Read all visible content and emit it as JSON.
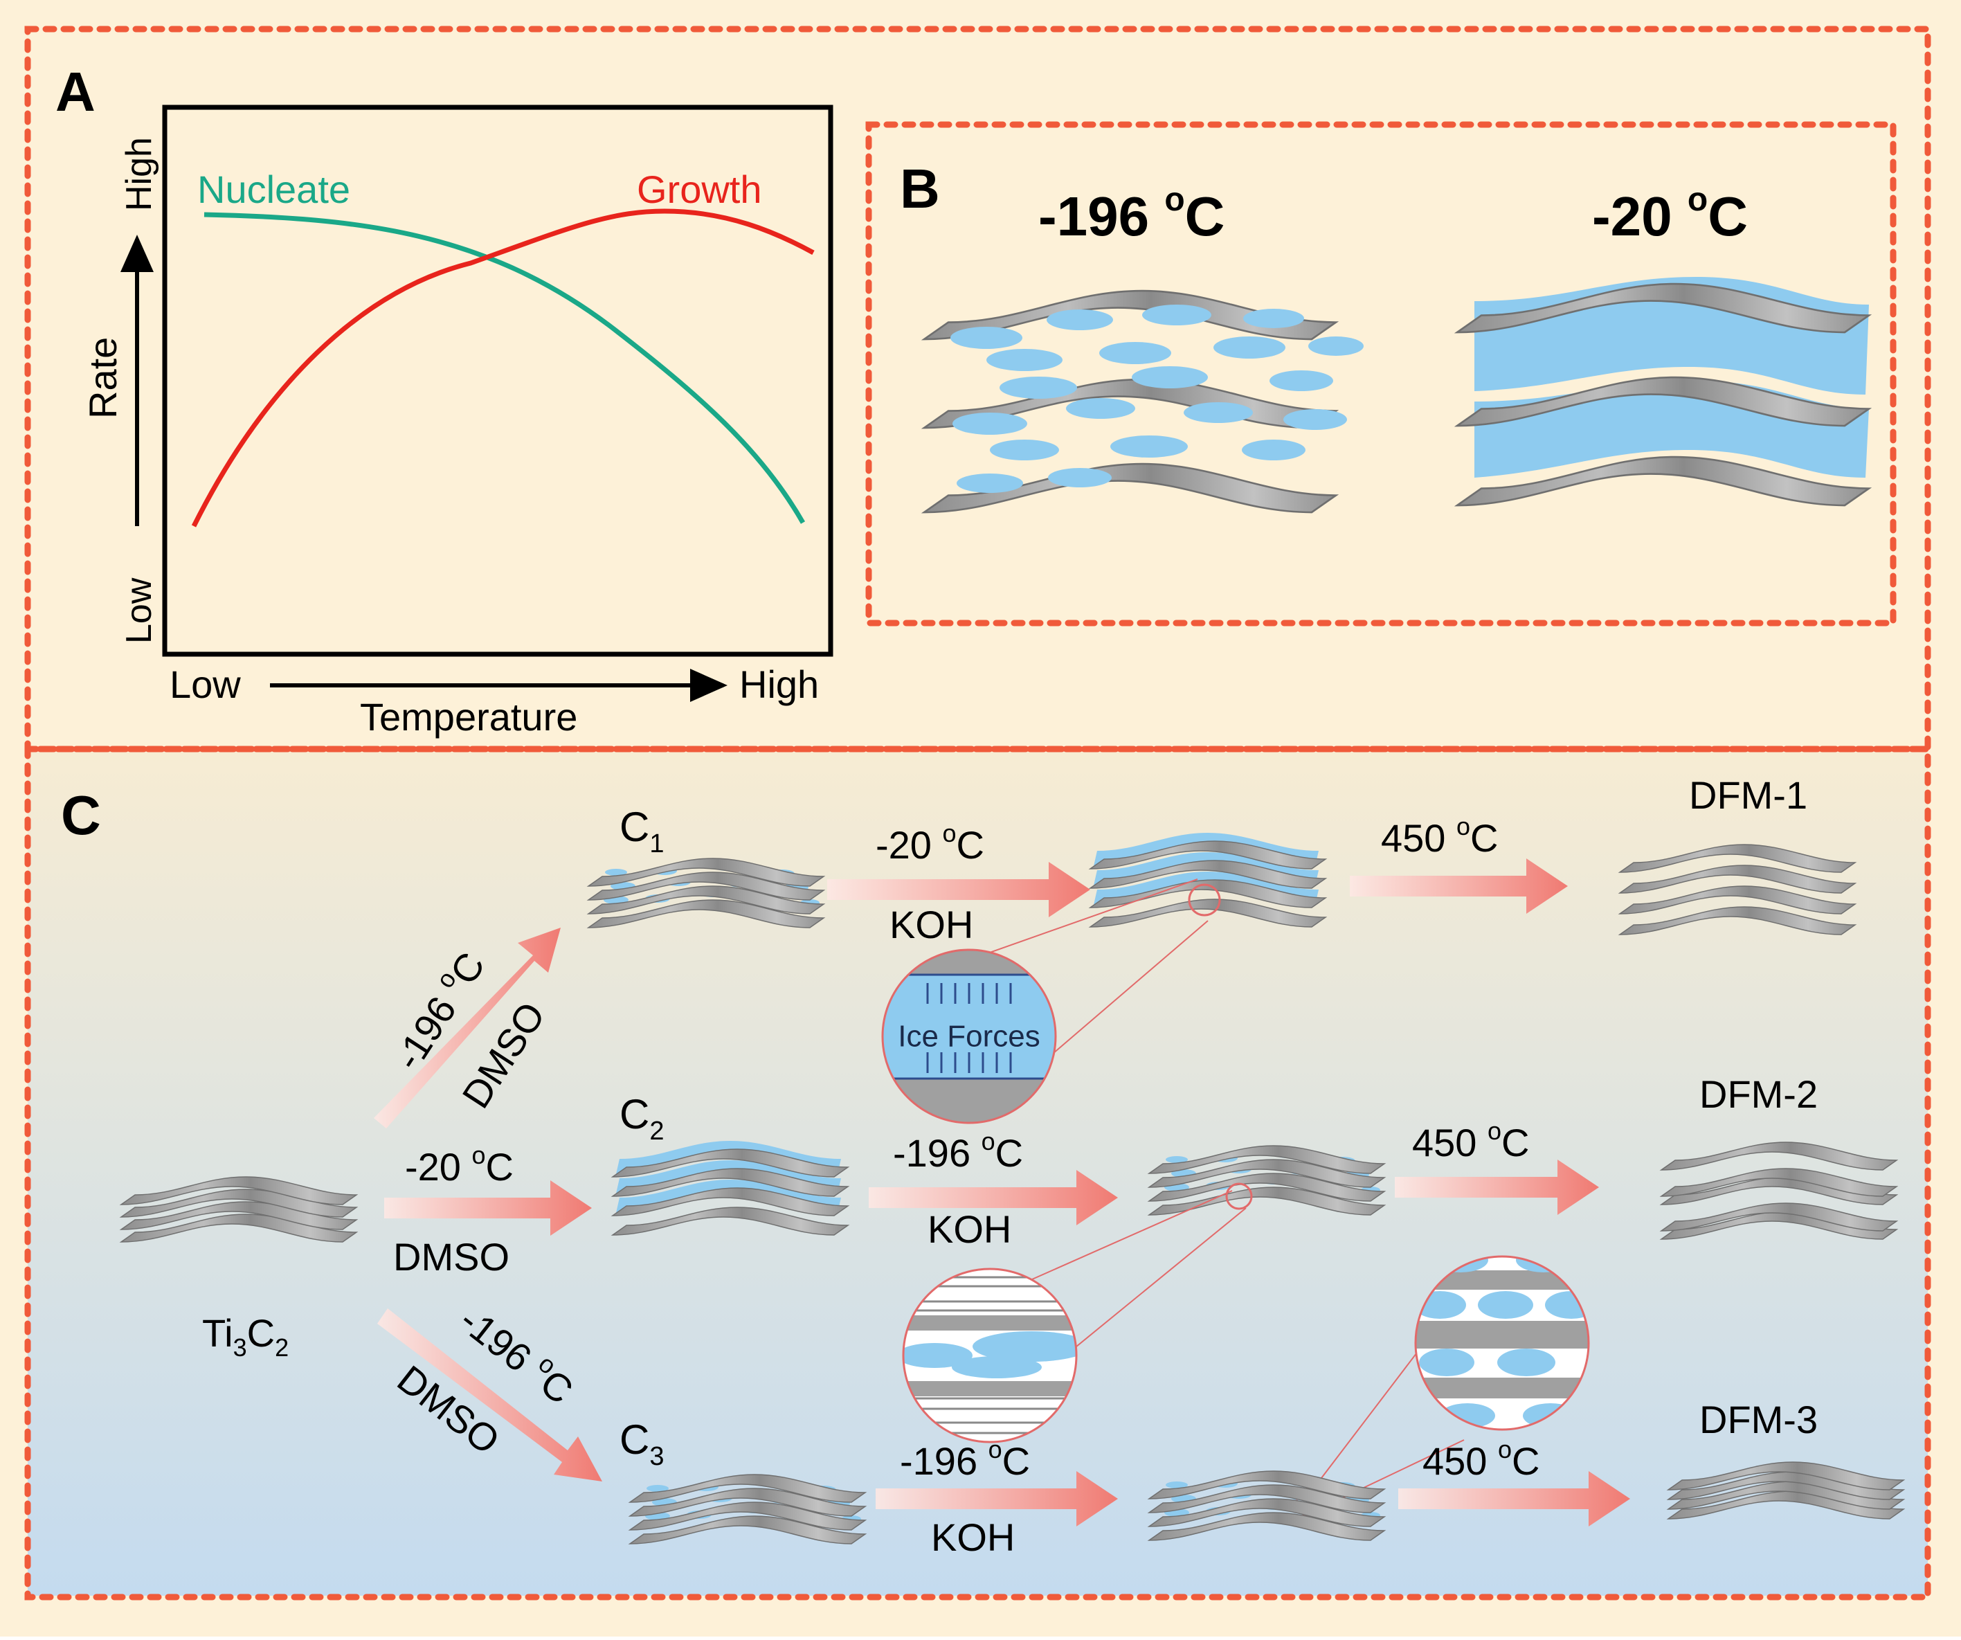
{
  "panelA": {
    "letter": "A",
    "nucleate": "Nucleate",
    "growth": "Growth",
    "y_high": "High",
    "y_low": "Low",
    "y_label": "Rate",
    "x_low": "Low",
    "x_high": "High",
    "x_label": "Temperature"
  },
  "panelB": {
    "letter": "B",
    "temp1": "-196 ",
    "temp1_sup": "o",
    "temp1_unit": "C",
    "temp2": "-20 ",
    "temp2_sup": "o",
    "temp2_unit": "C"
  },
  "panelC": {
    "letter": "C",
    "start": {
      "main": "Ti",
      "sub1": "3",
      "mid": "C",
      "sub2": "2"
    },
    "c1": {
      "main": "C",
      "sub": "1"
    },
    "c2": {
      "main": "C",
      "sub": "2"
    },
    "c3": {
      "main": "C",
      "sub": "3"
    },
    "arrow_up_temp": "-196 ",
    "arrow_up_reagent": "DMSO",
    "arrow_mid_temp": "-20 ",
    "arrow_mid_reagent": "DMSO",
    "arrow_down_temp": "-196 ",
    "arrow_down_reagent": "DMSO",
    "row1_temp": "-20 ",
    "row1_reagent": "KOH",
    "row2_temp": "-196 ",
    "row2_reagent": "KOH",
    "row3_temp": "-196 ",
    "row3_reagent": "KOH",
    "anneal1": "450 ",
    "anneal2": "450 ",
    "anneal3": "450 ",
    "deg_sup": "o",
    "deg_unit": "C",
    "ice_forces": "Ice Forces",
    "dfm1": "DFM-1",
    "dfm2": "DFM-2",
    "dfm3": "DFM-3"
  },
  "colors": {
    "nucleate": "#1aa888",
    "growth": "#e8241c",
    "border": "#f05a3a",
    "ice": "#8ecbef",
    "sheet": "#a3a3a3",
    "arrow": "#f48a84",
    "bg_top": "#fdefd2",
    "bg_bottom": "#c6dcef"
  }
}
